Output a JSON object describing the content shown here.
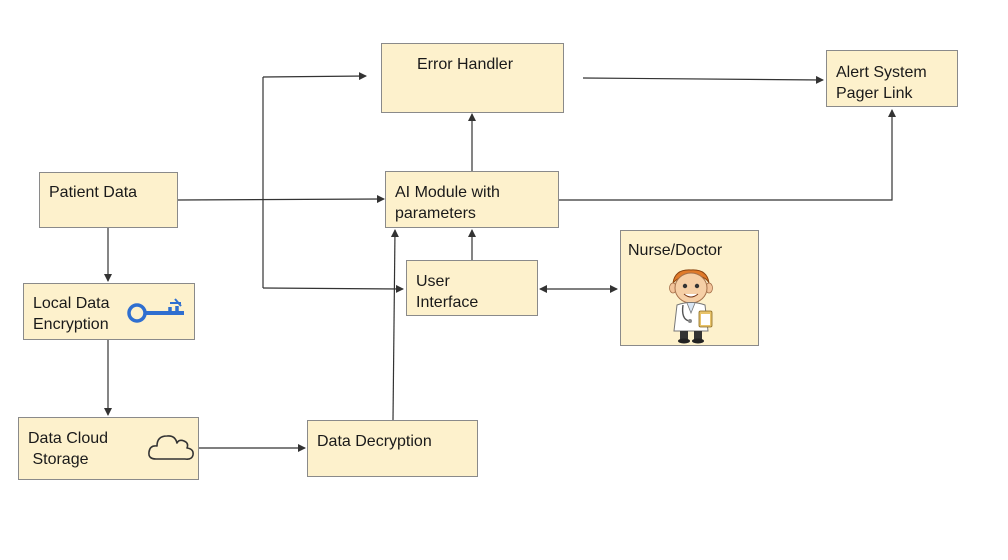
{
  "nodes": {
    "error_handler": "Error Handler",
    "alert_system": "Alert System\nPager Link",
    "patient_data": "Patient Data",
    "ai_module": "AI Module with\nparameters",
    "user_interface": "User\nInterface",
    "nurse_doctor": "Nurse/Doctor",
    "local_encryption": "Local Data\nEncryption",
    "cloud_storage": "Data Cloud\n Storage",
    "data_decryption": "Data Decryption"
  },
  "icons": {
    "encryption": "key-icon",
    "cloud": "cloud-icon",
    "nurse": "doctor-icon"
  },
  "colors": {
    "box_fill": "#fdf1cc",
    "key": "#2f6fd0"
  }
}
